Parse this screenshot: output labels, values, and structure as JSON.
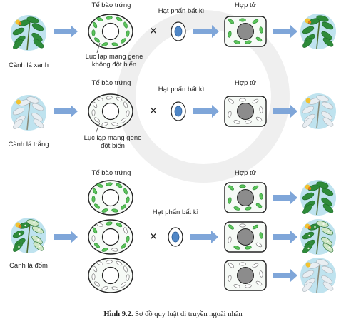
{
  "labels": {
    "egg_cell": "Tế bào trứng",
    "pollen_any": "Hạt phấn bất kì",
    "zygote": "Hợp tử",
    "green_branch": "Cành lá xanh",
    "white_branch": "Cành lá trắng",
    "spotted_branch": "Cành lá đốm",
    "normal_chloroplast_line1": "Lục lạp mang gene",
    "normal_chloroplast_line2": "không đột biến",
    "mutant_chloroplast_line1": "Lục lạp mang gene",
    "mutant_chloroplast_line2": "đột biến",
    "cross_symbol": "×"
  },
  "caption": {
    "figure_number": "Hình 9.2.",
    "text": " Sơ đồ quy luật di truyền ngoài nhân"
  },
  "colors": {
    "arrow": "#7fa6d9",
    "chloroplast_green": "#5cc45a",
    "chloroplast_white": "#ffffff",
    "nucleus_egg": "#ffffff",
    "nucleus_zygote": "#8c8c8c",
    "pollen_nucleus": "#4f86c6",
    "leaf_green": "#2e8b3a",
    "leaf_white": "#e9eef2",
    "sky": "#bfe3ef",
    "watermark": "#e2e2e2"
  }
}
